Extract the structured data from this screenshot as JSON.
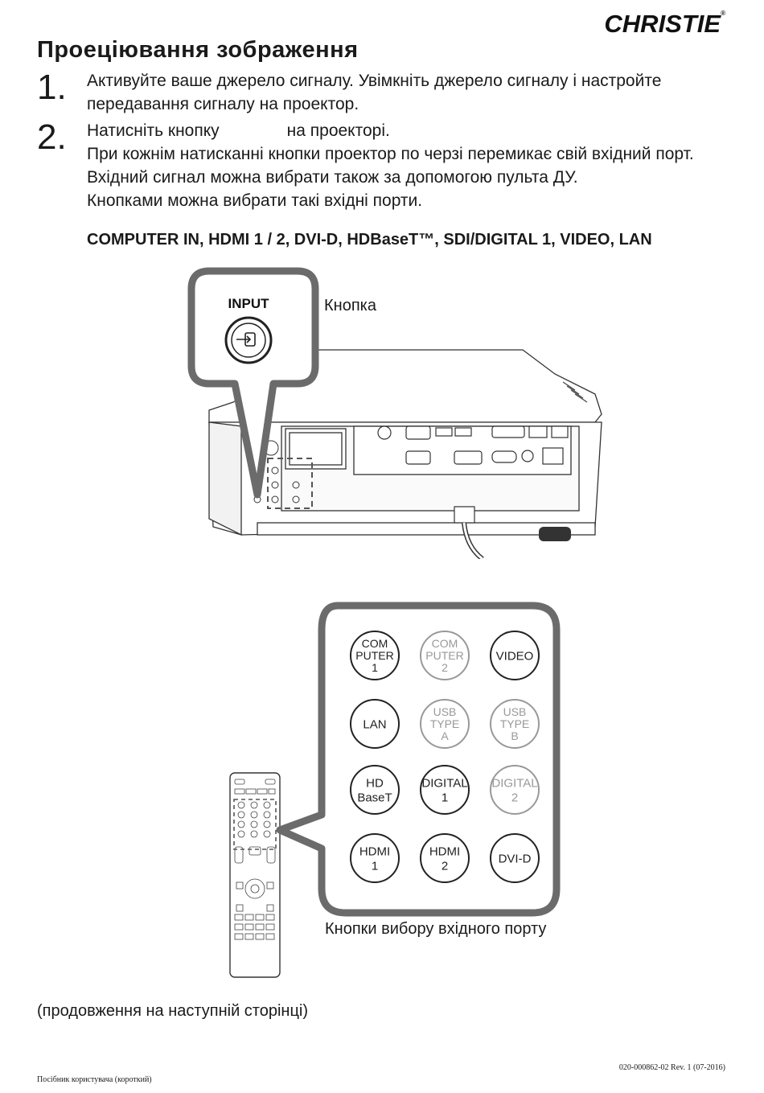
{
  "logo": "CHRISTIE",
  "logo_mark": "®",
  "title": "Проеціювання зображення",
  "steps": [
    {
      "num": "1.",
      "lines": [
        "Активуйте ваше джерело сигналу. Увімкніть джерело сигналу і настройте",
        "передавання сигналу на проектор."
      ]
    },
    {
      "num": "2.",
      "press_before": "Натисніть кнопку",
      "press_after": "на проекторі.",
      "lines": [
        "При кожнім натисканні кнопки проектор по черзі перемикає свій вхідний порт.",
        "Вхідний сигнал можна вибрати також за допомогою пульта ДУ.",
        "Кнопками можна вибрати такі вхідні порти."
      ]
    }
  ],
  "ports_list": "COMPUTER IN, HDMI 1 / 2, DVI-D, HDBaseT™, SDI/DIGITAL 1, VIDEO, LAN",
  "projector": {
    "input_label": "INPUT",
    "button_caption": "Кнопка"
  },
  "remote": {
    "buttons": [
      {
        "lines": [
          "COM",
          "PUTER",
          "1"
        ],
        "active": true
      },
      {
        "lines": [
          "COM",
          "PUTER",
          "2"
        ],
        "active": false
      },
      {
        "lines": [
          "VIDEO"
        ],
        "active": true
      },
      {
        "lines": [
          "LAN"
        ],
        "active": true
      },
      {
        "lines": [
          "USB",
          "TYPE",
          "A"
        ],
        "active": false
      },
      {
        "lines": [
          "USB",
          "TYPE",
          "B"
        ],
        "active": false
      },
      {
        "lines": [
          "HD",
          "BaseT"
        ],
        "active": true
      },
      {
        "lines": [
          "DIGITAL",
          "1"
        ],
        "active": true
      },
      {
        "lines": [
          "DIGITAL",
          "2"
        ],
        "active": false
      },
      {
        "lines": [
          "HDMI",
          "1"
        ],
        "active": true
      },
      {
        "lines": [
          "HDMI",
          "2"
        ],
        "active": true
      },
      {
        "lines": [
          "DVI-D"
        ],
        "active": true
      }
    ],
    "caption": "Кнопки вибору вхідного порту"
  },
  "continued": "(продовження на наступній сторінці)",
  "doc_number": "020-000862-02 Rev. 1 (07-2016)",
  "guide": "Посібник користувача (короткий)"
}
